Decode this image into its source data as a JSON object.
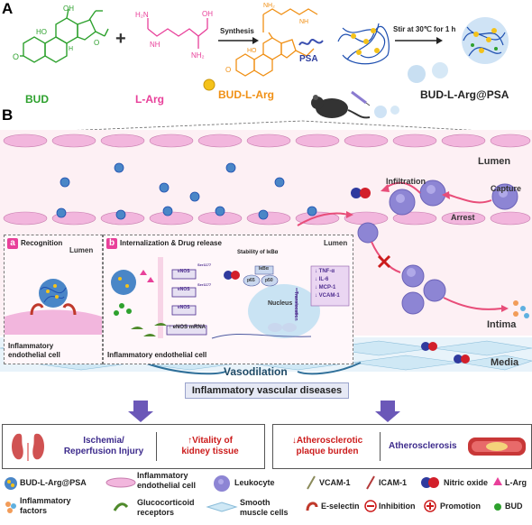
{
  "panelA": {
    "letter": "A",
    "synthesis": "Synthesis",
    "stir": "Stir at 30℃ for 1 h",
    "psa": "PSA",
    "bud": "BUD",
    "larg": "L-Arg",
    "budlarg": "BUD-L-Arg",
    "product": "BUD-L-Arg@PSA",
    "chem_labels": {
      "ho": "HO",
      "oh": "OH",
      "o": "O",
      "h": "H",
      "nh": "NH",
      "nh2": "NH₂",
      "h2n": "H₂N"
    }
  },
  "panelB": {
    "letter": "B",
    "lumen": "Lumen",
    "capture": "Capture",
    "arrest": "Arrest",
    "infiltration": "Infiltration",
    "intima": "Intima",
    "media": "Media",
    "vasodilation": "Vasodilation",
    "no": "N O"
  },
  "subA": {
    "letter": "a",
    "title": "Recognition",
    "lumen": "Lumen",
    "cell": [
      "Inflammatory",
      "endothelial cell"
    ]
  },
  "subB": {
    "letter": "b",
    "title": "Internalization & Drug release",
    "lumen": "Lumen",
    "stability": "Stability of IκBα",
    "ikba": "IκBα",
    "p65": "p65",
    "p50": "p50",
    "ser": "Ser1177",
    "enos": "eNOS",
    "enos_mrna": "↑ eNOS mRNA",
    "nucleus": "Nucleus",
    "translocation": "Translocation",
    "cytokines": [
      "↓ TNF-α",
      "↓ IL-6",
      "↓ MCP-1",
      "↓ VCAM-1"
    ],
    "cell": "Inflammatory endothelial cell"
  },
  "disease": {
    "title": "Inflammatory vascular diseases",
    "left_a": [
      "Ischemia/",
      "Reperfusion Injury"
    ],
    "left_b": [
      "↑Vitality of",
      "kidney tissue"
    ],
    "right_a": [
      "↓Atherosclerotic",
      "plaque burden"
    ],
    "right_b": "Atherosclerosis"
  },
  "legend": {
    "nano": "BUD-L-Arg@PSA",
    "factors": [
      "Inflammatory",
      "factors"
    ],
    "endo": [
      "Inflammatory",
      "endothelial cell"
    ],
    "gluco": [
      "Glucocorticoid",
      "receptors"
    ],
    "leuko": "Leukocyte",
    "smc": [
      "Smooth",
      "muscle cells"
    ],
    "vcam": "VCAM-1",
    "icam": "ICAM-1",
    "eselectin": "E-selectin",
    "inhibition": "Inhibition",
    "no": "Nitric oxide",
    "promotion": "Promotion",
    "larg": "L-Arg",
    "bud": "BUD"
  },
  "colors": {
    "bud": "#2ea12e",
    "larg": "#e8409a",
    "budlarg": "#f09015",
    "endothelium": "#f2b6dd",
    "leukocyte": "#8d85d4",
    "media": "#cfe8f5",
    "red": "#cc1c1c",
    "purple": "#4d2d8f"
  }
}
